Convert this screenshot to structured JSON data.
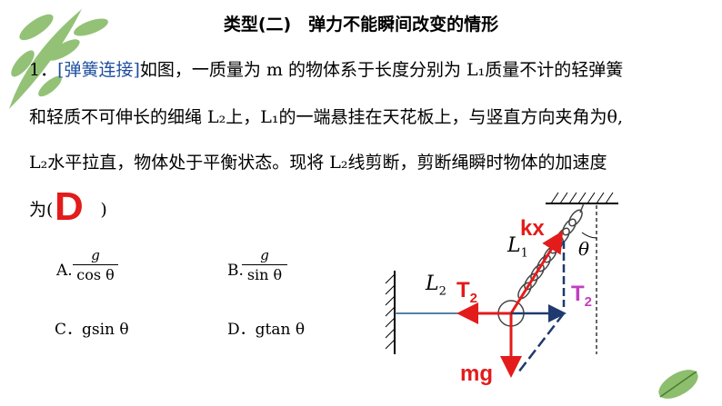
{
  "title": "类型(二)　弹力不能瞬间改变的情形",
  "question": {
    "number": "1．",
    "tag": "[弹簧连接]",
    "line1": "如图，一质量为 m 的物体系于长度分别为 L₁质量不计的轻弹簧",
    "line2": "和轻质不可伸长的细绳 L₂上，L₁的一端悬挂在天花板上，与竖直方向夹角为θ,",
    "line3": "L₂水平拉直，物体处于平衡状态。现将 L₂线剪断，剪断绳瞬时物体的加速度",
    "line4_prefix": "为(",
    "line4_suffix": ")",
    "answer": "D"
  },
  "options": {
    "a_label": "A.",
    "a_num": "g",
    "a_den": "cos θ",
    "b_label": "B.",
    "b_num": "g",
    "b_den": "sin θ",
    "c_text": "C．gsin θ",
    "d_text": "D．gtan θ"
  },
  "diagram": {
    "kx": "kx",
    "L1": "L",
    "L1_sub": "1",
    "theta": "θ",
    "L2": "L",
    "L2_sub": "2",
    "T2_red": "T",
    "T2_red_sub": "2",
    "T2_pink": "T",
    "T2_pink_sub": "2",
    "mg": "mg",
    "colors": {
      "red": "#e31b1b",
      "pink": "#c040c0",
      "navy": "#1f3a6e"
    }
  }
}
